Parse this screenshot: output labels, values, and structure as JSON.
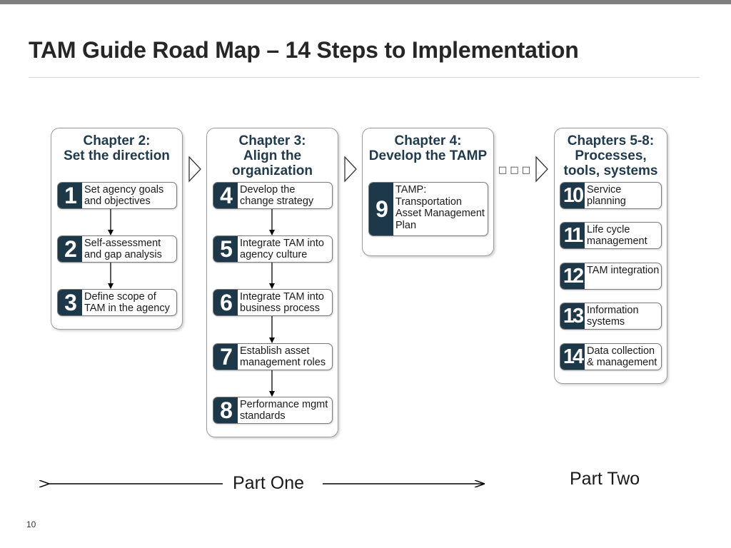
{
  "slide": {
    "title": "TAM Guide Road Map – 14 Steps to Implementation",
    "page_number": "10"
  },
  "chapters": [
    {
      "title": "Chapter 2:\nSet the direction",
      "steps": [
        {
          "number": "1",
          "label": "Set agency goals\nand objectives"
        },
        {
          "number": "2",
          "label": "Self-assessment\nand gap analysis"
        },
        {
          "number": "3",
          "label": "Define scope of\nTAM in the agency"
        }
      ]
    },
    {
      "title": "Chapter 3:\nAlign the\norganization",
      "steps": [
        {
          "number": "4",
          "label": "Develop the\nchange strategy"
        },
        {
          "number": "5",
          "label": "Integrate TAM into\nagency culture"
        },
        {
          "number": "6",
          "label": "Integrate TAM into\nbusiness process"
        },
        {
          "number": "7",
          "label": "Establish asset\nmanagement roles"
        },
        {
          "number": "8",
          "label": "Performance mgmt\nstandards"
        }
      ]
    },
    {
      "title": "Chapter 4:\nDevelop the TAMP",
      "steps": [
        {
          "number": "9",
          "label": "TAMP:\nTransportation\nAsset Management\nPlan"
        }
      ]
    },
    {
      "title": "Chapters 5-8:\nProcesses,\ntools, systems",
      "steps": [
        {
          "number": "10",
          "label": "Service\nplanning"
        },
        {
          "number": "11",
          "label": "Life cycle\nmanagement"
        },
        {
          "number": "12",
          "label": "TAM integration"
        },
        {
          "number": "13",
          "label": "Information\nsystems"
        },
        {
          "number": "14",
          "label": "Data collection\n& management"
        }
      ]
    }
  ],
  "connector": {
    "ellipsis_glyphs": "□ □ □"
  },
  "parts": {
    "part_one": "Part One",
    "part_two": "Part Two"
  }
}
